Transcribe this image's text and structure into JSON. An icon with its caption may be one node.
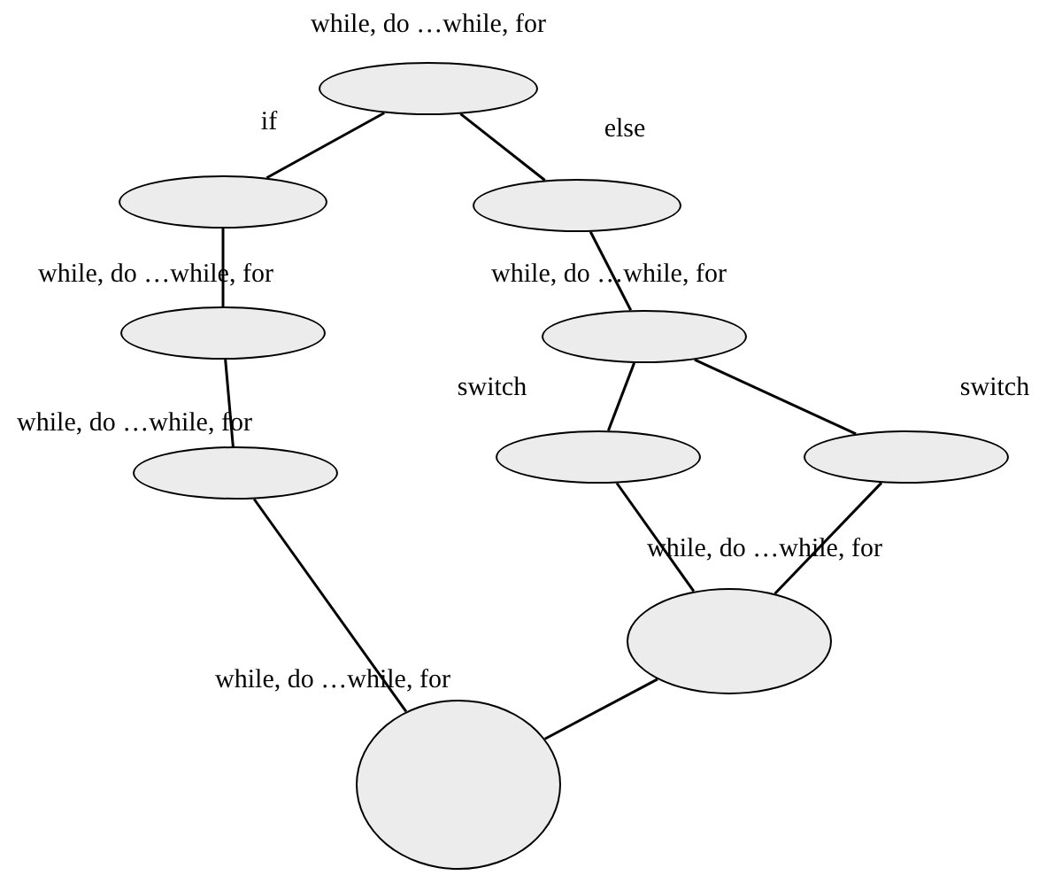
{
  "diagram": {
    "nodes": [
      {
        "text": [],
        "shape": "ellipse",
        "beside": [
          "while, do …while, for"
        ]
      },
      {
        "text": [],
        "shape": "ellipse"
      },
      {
        "text": [],
        "shape": "ellipse"
      },
      {
        "text": [],
        "shape": "ellipse",
        "beside": [
          "while, do …while, for"
        ]
      },
      {
        "text": [],
        "shape": "ellipse",
        "beside": [
          "while, do …while, for"
        ]
      },
      {
        "text": [],
        "shape": "ellipse",
        "beside": [
          "while, do …while, for"
        ]
      },
      {
        "text": [],
        "shape": "ellipse"
      },
      {
        "text": [],
        "shape": "ellipse"
      },
      {
        "text": [],
        "shape": "ellipse",
        "beside": [
          "while, do …while, for"
        ]
      },
      {
        "text": [],
        "shape": "ellipse",
        "beside": [
          "while, do …while, for"
        ]
      }
    ],
    "edges": [
      {
        "from": 0,
        "to": 1,
        "arrow": "none",
        "label": "if"
      },
      {
        "from": 0,
        "to": 2,
        "arrow": "none",
        "label": "else"
      },
      {
        "from": 1,
        "to": 3,
        "arrow": "none"
      },
      {
        "from": 2,
        "to": 4,
        "arrow": "none"
      },
      {
        "from": 3,
        "to": 5,
        "arrow": "none"
      },
      {
        "from": 4,
        "to": 6,
        "arrow": "none",
        "label": "switch"
      },
      {
        "from": 4,
        "to": 7,
        "arrow": "none",
        "label": "switch"
      },
      {
        "from": 6,
        "to": 8,
        "arrow": "none"
      },
      {
        "from": 7,
        "to": 8,
        "arrow": "none"
      },
      {
        "from": 5,
        "to": 9,
        "arrow": "none"
      },
      {
        "from": 8,
        "to": 9,
        "arrow": "none"
      }
    ]
  }
}
